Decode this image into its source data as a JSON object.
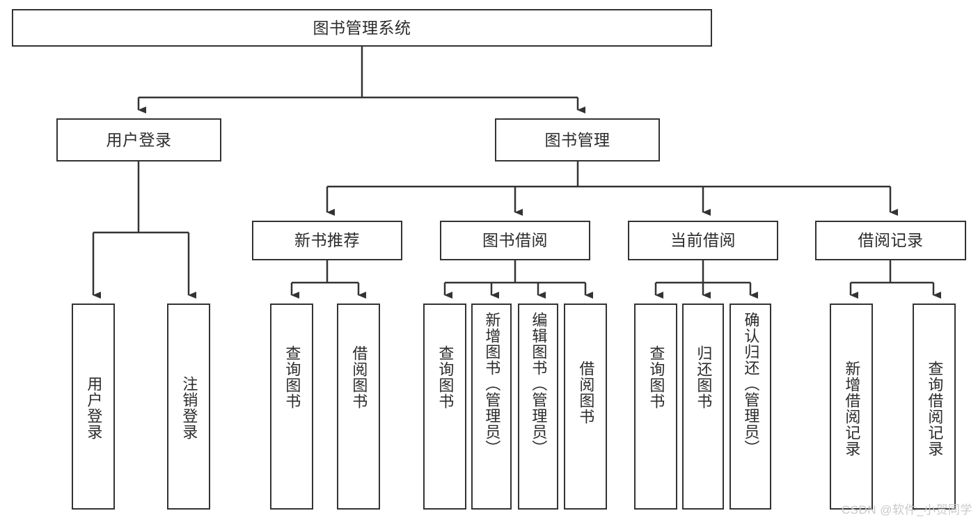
{
  "diagram": {
    "title": "图书管理系统",
    "type": "tree-hierarchy-chart",
    "root": {
      "label": "图书管理系统"
    },
    "level2": [
      {
        "label": "用户登录"
      },
      {
        "label": "图书管理"
      }
    ],
    "level3": [
      {
        "label": "新书推荐"
      },
      {
        "label": "图书借阅"
      },
      {
        "label": "当前借阅"
      },
      {
        "label": "借阅记录"
      }
    ],
    "leaves": [
      {
        "label": "用户登录"
      },
      {
        "label": "注销登录"
      },
      {
        "label": "查询图书"
      },
      {
        "label": "借阅图书"
      },
      {
        "label": "查询图书"
      },
      {
        "label": "新增图书（管理员）"
      },
      {
        "label": "编辑图书（管理员）"
      },
      {
        "label": "借阅图书"
      },
      {
        "label": "查询图书"
      },
      {
        "label": "归还图书"
      },
      {
        "label": "确认归还（管理员）"
      },
      {
        "label": "新增借阅记录"
      },
      {
        "label": "查询借阅记录"
      }
    ]
  },
  "watermark": {
    "text": "CSDN @软件_小贺同学"
  },
  "colors": {
    "stroke": "#333333",
    "box_fill": "#ffffff",
    "text": "#2b2b2b",
    "watermark": "#c9c9c9",
    "background": "#ffffff"
  }
}
